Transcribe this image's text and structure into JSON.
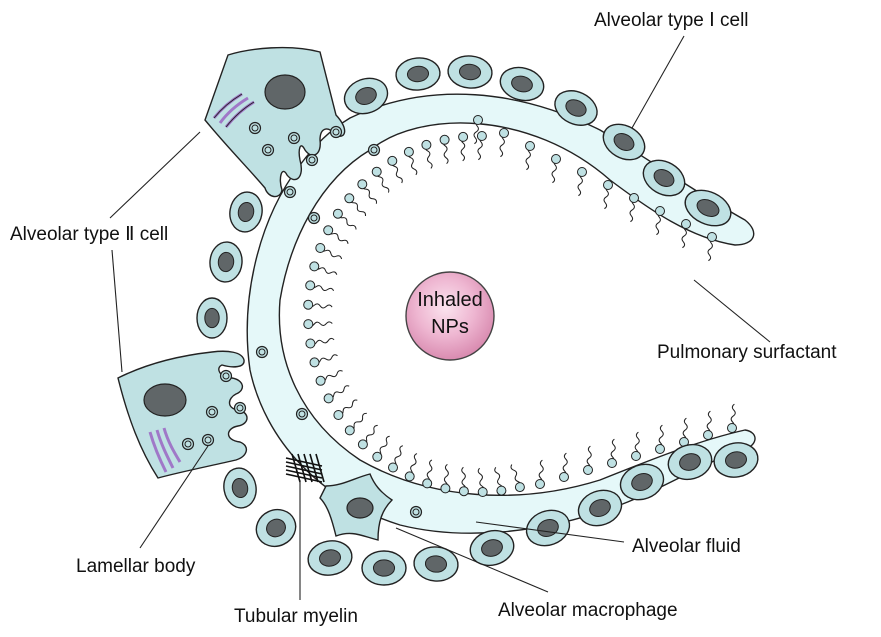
{
  "labels": {
    "type1": "Alveolar type Ⅰ cell",
    "type2": "Alveolar type Ⅱ cell",
    "surfactant": "Pulmonary surfactant",
    "fluid": "Alveolar fluid",
    "macrophage": "Alveolar macrophage",
    "myelin": "Tubular myelin",
    "lamellar": "Lamellar body"
  },
  "nps": {
    "line1": "Inhaled",
    "line2": "NPs"
  },
  "colors": {
    "cell_fill": "#bfe1e3",
    "fluid_fill": "#e5f8f9",
    "outline": "#222222",
    "nucleus": "#606668",
    "golgi": "#a078c8",
    "np_fill": "#e3a5c3"
  }
}
